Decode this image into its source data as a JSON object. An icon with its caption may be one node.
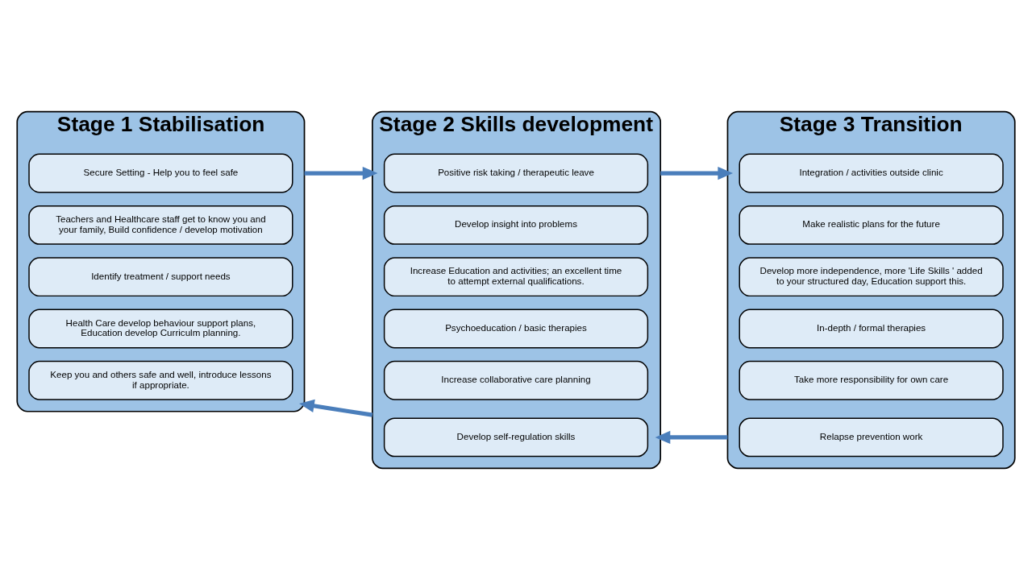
{
  "diagram": {
    "nodes": [
      {
        "text": [
          "Stage 1 Stabilisation"
        ]
      },
      {
        "text": [
          "Secure Setting - Help you to feel safe"
        ],
        "in": 0
      },
      {
        "text": [
          "Teachers and Healthcare staff get to know you and your family, Build confidence / develop motivation"
        ],
        "in": 0
      },
      {
        "text": [
          "Identify treatment / support needs"
        ],
        "in": 0
      },
      {
        "text": [
          "Health Care develop behaviour support plans, Education develop Curriculm planning."
        ],
        "in": 0
      },
      {
        "text": [
          "Keep you and others safe and well, introduce lessons if appropriate."
        ],
        "in": 0
      },
      {
        "text": [
          "Stage 2 Skills development"
        ]
      },
      {
        "text": [
          "Positive risk taking / therapeutic leave"
        ],
        "in": 6
      },
      {
        "text": [
          "Develop insight into problems"
        ],
        "in": 6
      },
      {
        "text": [
          "Increase Education and activities; an excellent time to attempt external qualifications."
        ],
        "in": 6
      },
      {
        "text": [
          "Psychoeducation / basic therapies"
        ],
        "in": 6
      },
      {
        "text": [
          "Increase collaborative care planning"
        ],
        "in": 6
      },
      {
        "text": [
          "Develop self-regulation skills"
        ],
        "in": 6
      },
      {
        "text": [
          "Stage 3 Transition"
        ]
      },
      {
        "text": [
          "Integration / activities outside clinic"
        ],
        "in": 13
      },
      {
        "text": [
          "Make realistic plans for the future"
        ],
        "in": 13
      },
      {
        "text": [
          "Develop more independence, more 'Life Skills ' added to your structured day, Education support this."
        ],
        "in": 13
      },
      {
        "text": [
          "In-depth / formal therapies"
        ],
        "in": 13
      },
      {
        "text": [
          "Take more responsibility for own care"
        ],
        "in": 13
      },
      {
        "text": [
          "Relapse prevention work"
        ],
        "in": 13
      }
    ],
    "edges": [
      {
        "from": 0,
        "to": 6,
        "arrow": "to"
      },
      {
        "from": 6,
        "to": 13,
        "arrow": "to"
      },
      {
        "from": 13,
        "to": 6,
        "arrow": "to"
      },
      {
        "from": 6,
        "to": 0,
        "arrow": "to"
      }
    ]
  }
}
